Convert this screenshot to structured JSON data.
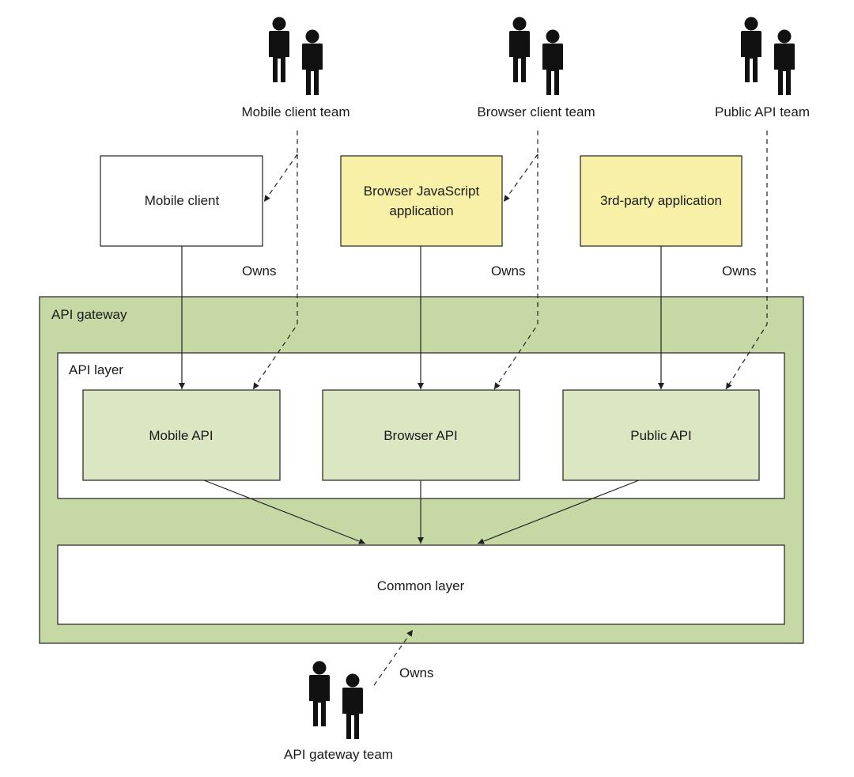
{
  "teams": {
    "mobile": "Mobile client team",
    "browser": "Browser client team",
    "public": "Public API team",
    "gateway": "API gateway team"
  },
  "clients": {
    "mobile": "Mobile client",
    "browser_line1": "Browser JavaScript",
    "browser_line2": "application",
    "third_party": "3rd-party application"
  },
  "owns_label": "Owns",
  "gateway": {
    "title": "API gateway",
    "api_layer_title": "API layer",
    "mobile_api": "Mobile API",
    "browser_api": "Browser API",
    "public_api": "Public API",
    "common_layer": "Common layer"
  },
  "colors": {
    "gateway_fill": "#c6d9a4",
    "api_box_fill": "#dbe7c2",
    "client_highlight": "#f8f0a7",
    "white": "#ffffff",
    "stroke": "#222222"
  },
  "icons": {
    "team": "people-pair-icon"
  }
}
